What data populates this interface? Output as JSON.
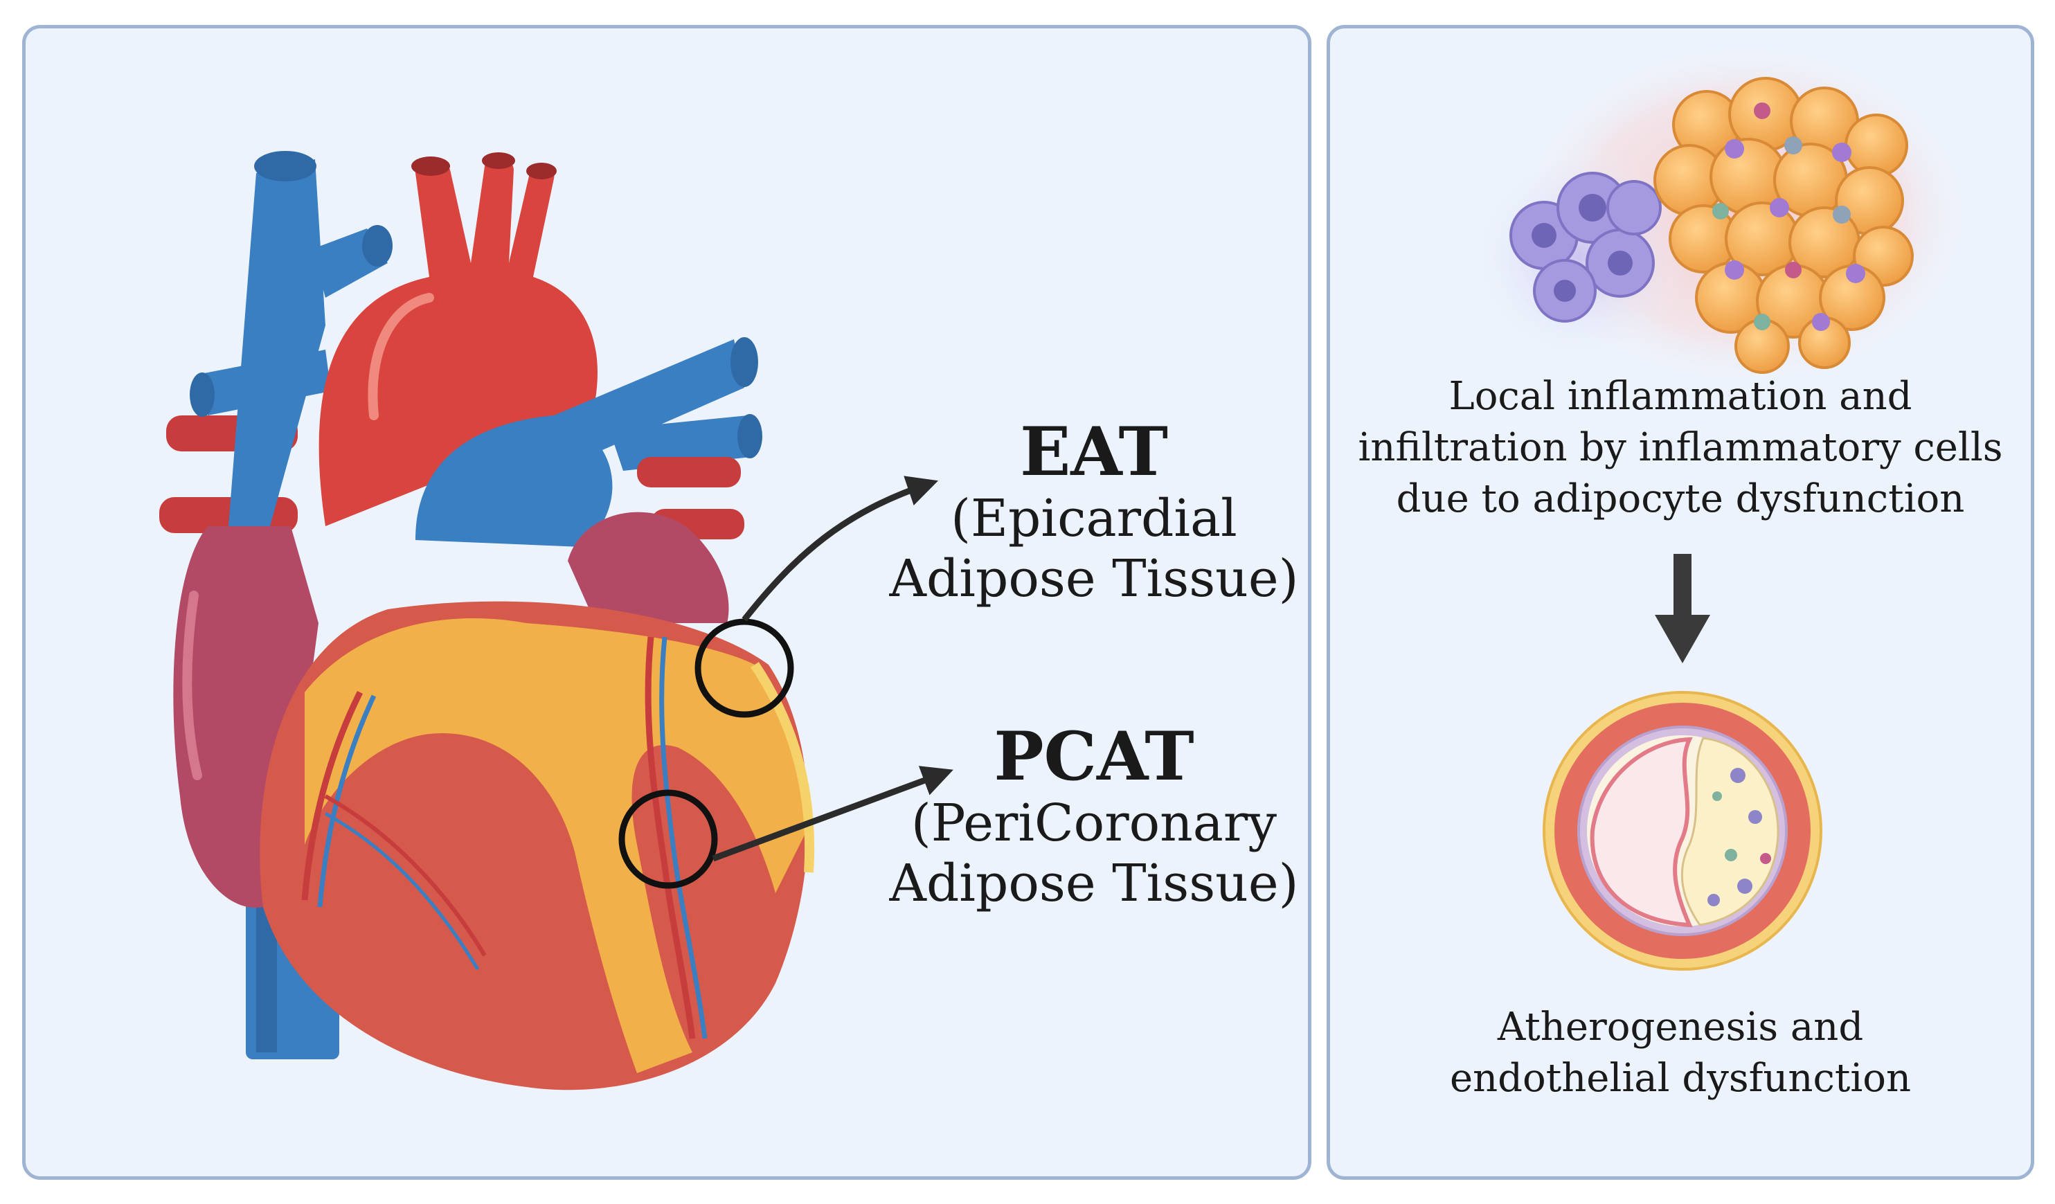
{
  "left_panel": {
    "eat": {
      "abbr": "EAT",
      "line1": "(Epicardial",
      "line2": "Adipose Tissue)"
    },
    "pcat": {
      "abbr": "PCAT",
      "line1": "(PeriCoronary",
      "line2": "Adipose Tissue)"
    }
  },
  "right_panel": {
    "top_caption": {
      "line1": "Local inflammation and",
      "line2": "infiltration by inflammatory cells",
      "line3": "due to adipocyte dysfunction"
    },
    "bottom_caption": {
      "line1": "Atherogenesis and",
      "line2": "endothelial dysfunction"
    }
  },
  "icons": {
    "heart": "heart-anatomy-icon",
    "adipose": "adipose-tissue-cluster-icon",
    "artery": "artery-cross-section-icon",
    "arrow": "down-arrow-icon"
  },
  "colors": {
    "panel_bg": "#edf3fc",
    "panel_border": "#9fb3d3",
    "artery_red": "#d9443f",
    "vein_blue": "#3a7fc2",
    "fat_yellow": "#f2b54a",
    "atrium_pink": "#b24a66"
  }
}
